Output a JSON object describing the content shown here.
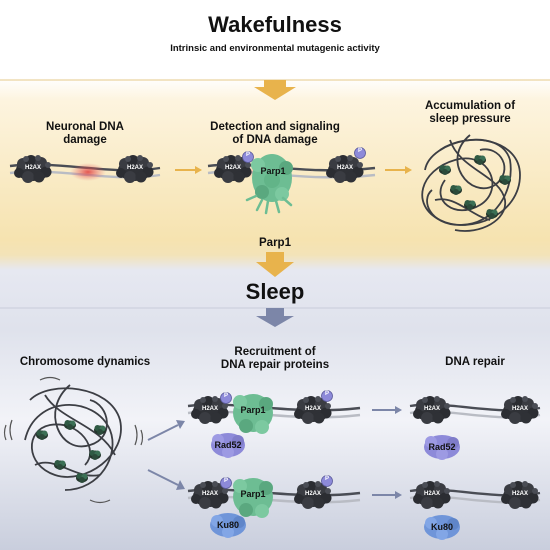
{
  "wake": {
    "title": "Wakefulness",
    "subtitle": "Intrinsic and environmental mutagenic activity",
    "step1": "Neuronal DNA\ndamage",
    "step2": "Detection and signaling\nof DNA damage",
    "step3": "Accumulation of\nsleep pressure"
  },
  "transition_label": "Parp1",
  "sleep": {
    "title": "Sleep",
    "step1": "Chromosome dynamics",
    "step2": "Recruitment of\nDNA repair proteins",
    "step3": "DNA repair"
  },
  "proteins": {
    "histone": "H2AX",
    "phospho": "P",
    "parp": "Parp1",
    "rad": "Rad52",
    "ku": "Ku80"
  },
  "colors": {
    "wake_bg": "#f6e3b0",
    "sleep_bg": "#dfe2ec",
    "arrow_orange": "#e8b34c",
    "arrow_blue": "#7c86a8",
    "parp_green": "#68b88e",
    "rad_purple": "#8d8ad9",
    "ku_blue": "#6f95d9",
    "damage_red": "#e86a6a"
  }
}
